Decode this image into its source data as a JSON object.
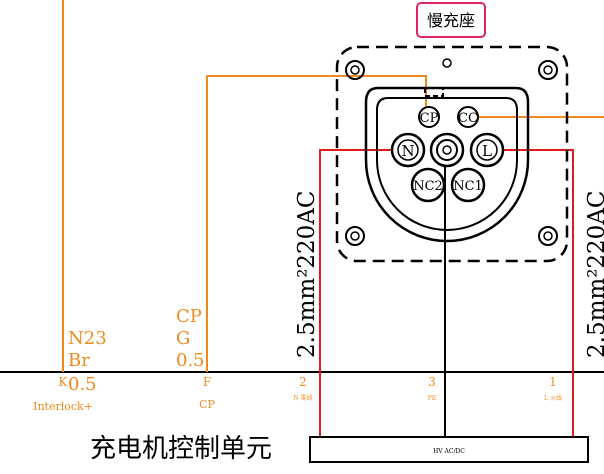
{
  "connector_title": "慢充座",
  "pins": {
    "cp": "CP",
    "cc": "CC",
    "n": "N",
    "pe": "",
    "l": "L",
    "nc2": "NC2",
    "nc1": "NC1"
  },
  "cable_left": "2.5mm²220AC",
  "cable_right": "2.5mm²220AC",
  "wire_k_spec": [
    "N23",
    "Br",
    "0.5"
  ],
  "wire_cp_spec": [
    "CP",
    "G",
    "0.5"
  ],
  "terminals": {
    "k": {
      "num": "K",
      "label": "Interlock+"
    },
    "f": {
      "num": "F",
      "label": "CP"
    },
    "t2": {
      "num": "2",
      "label": "N 零线"
    },
    "t3": {
      "num": "3",
      "label": "PE"
    },
    "t1": {
      "num": "1",
      "label": "L 火线"
    }
  },
  "unit_title": "充电机控制单元",
  "unit_box_label": "HV AC/DC",
  "colors": {
    "orange_wire": "#f08a1c",
    "red_wire": "#e01b1b",
    "title_border": "#e0245e"
  }
}
